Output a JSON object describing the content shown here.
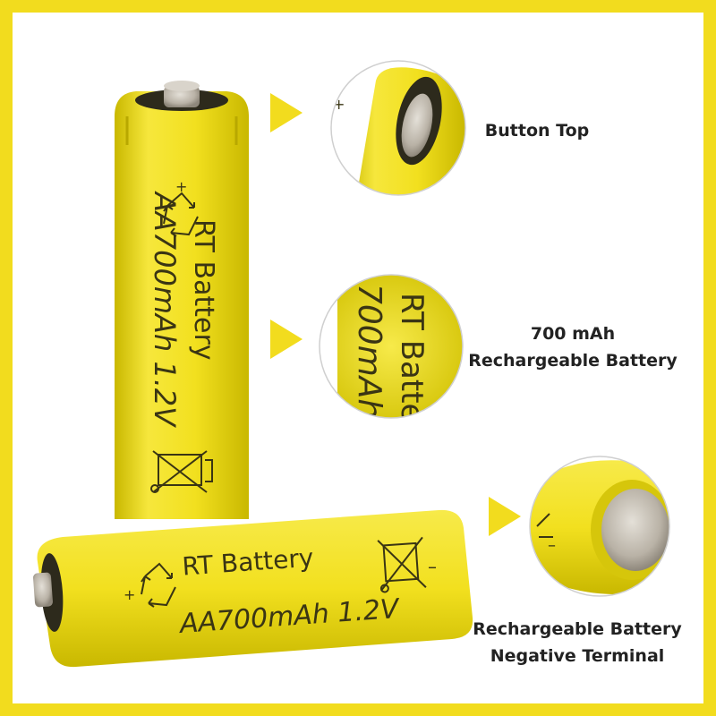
{
  "battery": {
    "brand": "RT Battery",
    "spec": "AA700mAh 1.2V",
    "zoom_spec": "700mAh",
    "zoom_volt": "1.2",
    "plus": "+",
    "minus": "–"
  },
  "callouts": {
    "top": {
      "label": "Button Top"
    },
    "middle": {
      "line1": "700 mAh",
      "line2": "Rechargeable Battery"
    },
    "bottom": {
      "line1": "Rechargeable Battery",
      "line2": "Negative Terminal"
    }
  },
  "colors": {
    "frame": "#f2dc1e",
    "battery": "#f2e01f",
    "battery_shadow": "#c9b800",
    "arrow": "#f2dc1e",
    "print": "#3a3514",
    "terminal": "#b9b2a6"
  }
}
